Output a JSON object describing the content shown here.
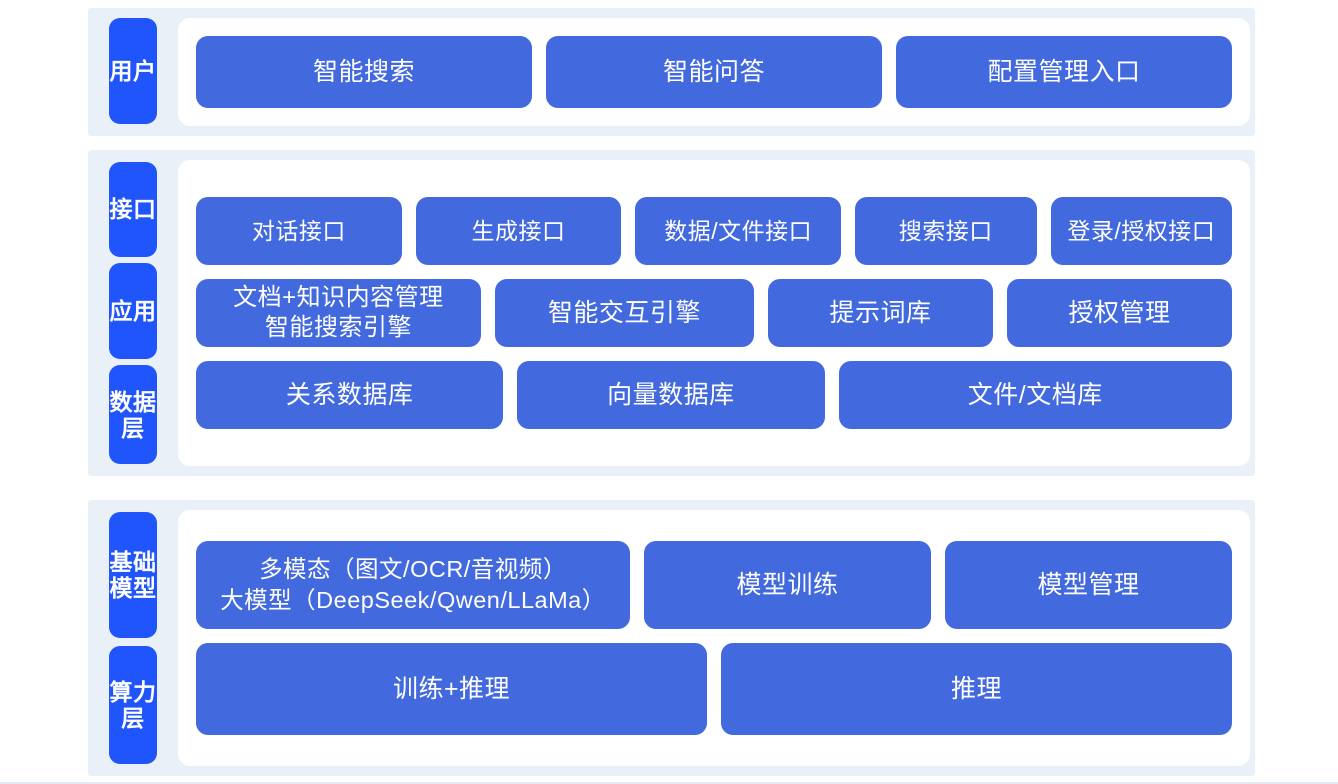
{
  "theme": {
    "card_blue": "#4269dd",
    "label_blue": "#1f55fb",
    "band_bg": "#eaf0f8",
    "panel_bg": "#ffffff",
    "page_bg": "#ffffff",
    "card_text": "#ffffff"
  },
  "sections": [
    {
      "id": "user",
      "labels": [
        "用户"
      ],
      "rows": [
        {
          "cards": [
            "智能搜索",
            "智能问答",
            "配置管理入口"
          ]
        }
      ]
    },
    {
      "id": "platform",
      "labels": [
        "接口",
        "应用",
        "数据层"
      ],
      "rows": [
        {
          "cards": [
            "对话接口",
            "生成接口",
            "数据/文件接口",
            "搜索接口",
            "登录/授权接口"
          ]
        },
        {
          "cards": [
            "文档+知识内容管理\n智能搜索引擎",
            "智能交互引擎",
            "提示词库",
            "授权管理"
          ]
        },
        {
          "cards": [
            "关系数据库",
            "向量数据库",
            "文件/文档库"
          ]
        }
      ]
    },
    {
      "id": "infra",
      "labels": [
        "基础模型",
        "算力层"
      ],
      "rows": [
        {
          "cards": [
            "多模态（图文/OCR/音视频）\n大模型（DeepSeek/Qwen/LLaMa）",
            "模型训练",
            "模型管理"
          ]
        },
        {
          "cards": [
            "训练+推理",
            "推理"
          ]
        }
      ]
    }
  ],
  "flat": {
    "user_label": "用户",
    "interface_label": "接口",
    "app_label": "应用",
    "data_label": "数据层",
    "model_label": "基础模型",
    "compute_label": "算力层",
    "user_c1": "智能搜索",
    "user_c2": "智能问答",
    "user_c3": "配置管理入口",
    "if_c1": "对话接口",
    "if_c2": "生成接口",
    "if_c3": "数据/文件接口",
    "if_c4": "搜索接口",
    "if_c5": "登录/授权接口",
    "app_c1": "文档+知识内容管理\n智能搜索引擎",
    "app_c2": "智能交互引擎",
    "app_c3": "提示词库",
    "app_c4": "授权管理",
    "data_c1": "关系数据库",
    "data_c2": "向量数据库",
    "data_c3": "文件/文档库",
    "model_c1": "多模态（图文/OCR/音视频）\n大模型（DeepSeek/Qwen/LLaMa）",
    "model_c2": "模型训练",
    "model_c3": "模型管理",
    "compute_c1": "训练+推理",
    "compute_c2": "推理"
  }
}
